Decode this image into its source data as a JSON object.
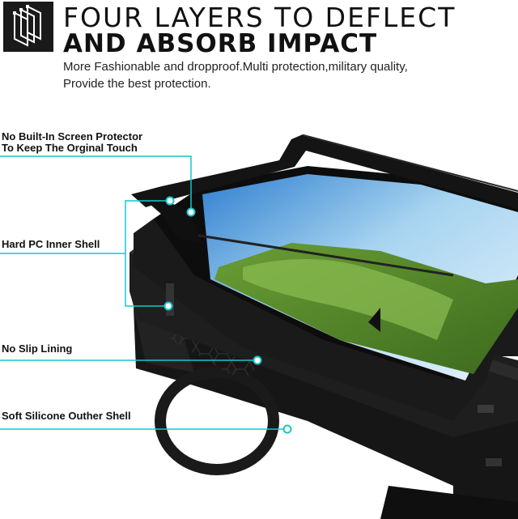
{
  "header": {
    "title_line1": "FOUR LAYERS TO DEFLECT",
    "title_line2": "AND ABSORB IMPACT",
    "subtitle_line1": "More Fashionable and dropproof.Multi protection,military quality,",
    "subtitle_line2": "Provide the best protection."
  },
  "callouts": [
    {
      "line1": "No Built-In Screen Protector",
      "line2": "To Keep The Orginal Touch"
    },
    {
      "line1": "Hard PC Inner Shell",
      "line2": ""
    },
    {
      "line1": "No Slip Lining",
      "line2": ""
    },
    {
      "line1": "Soft Silicone Outher Shell",
      "line2": ""
    }
  ],
  "colors": {
    "accent": "#17c6cf",
    "text": "#111111",
    "case": "#1b1b1b"
  },
  "icons": {
    "logo": "layered-shell-icon"
  }
}
